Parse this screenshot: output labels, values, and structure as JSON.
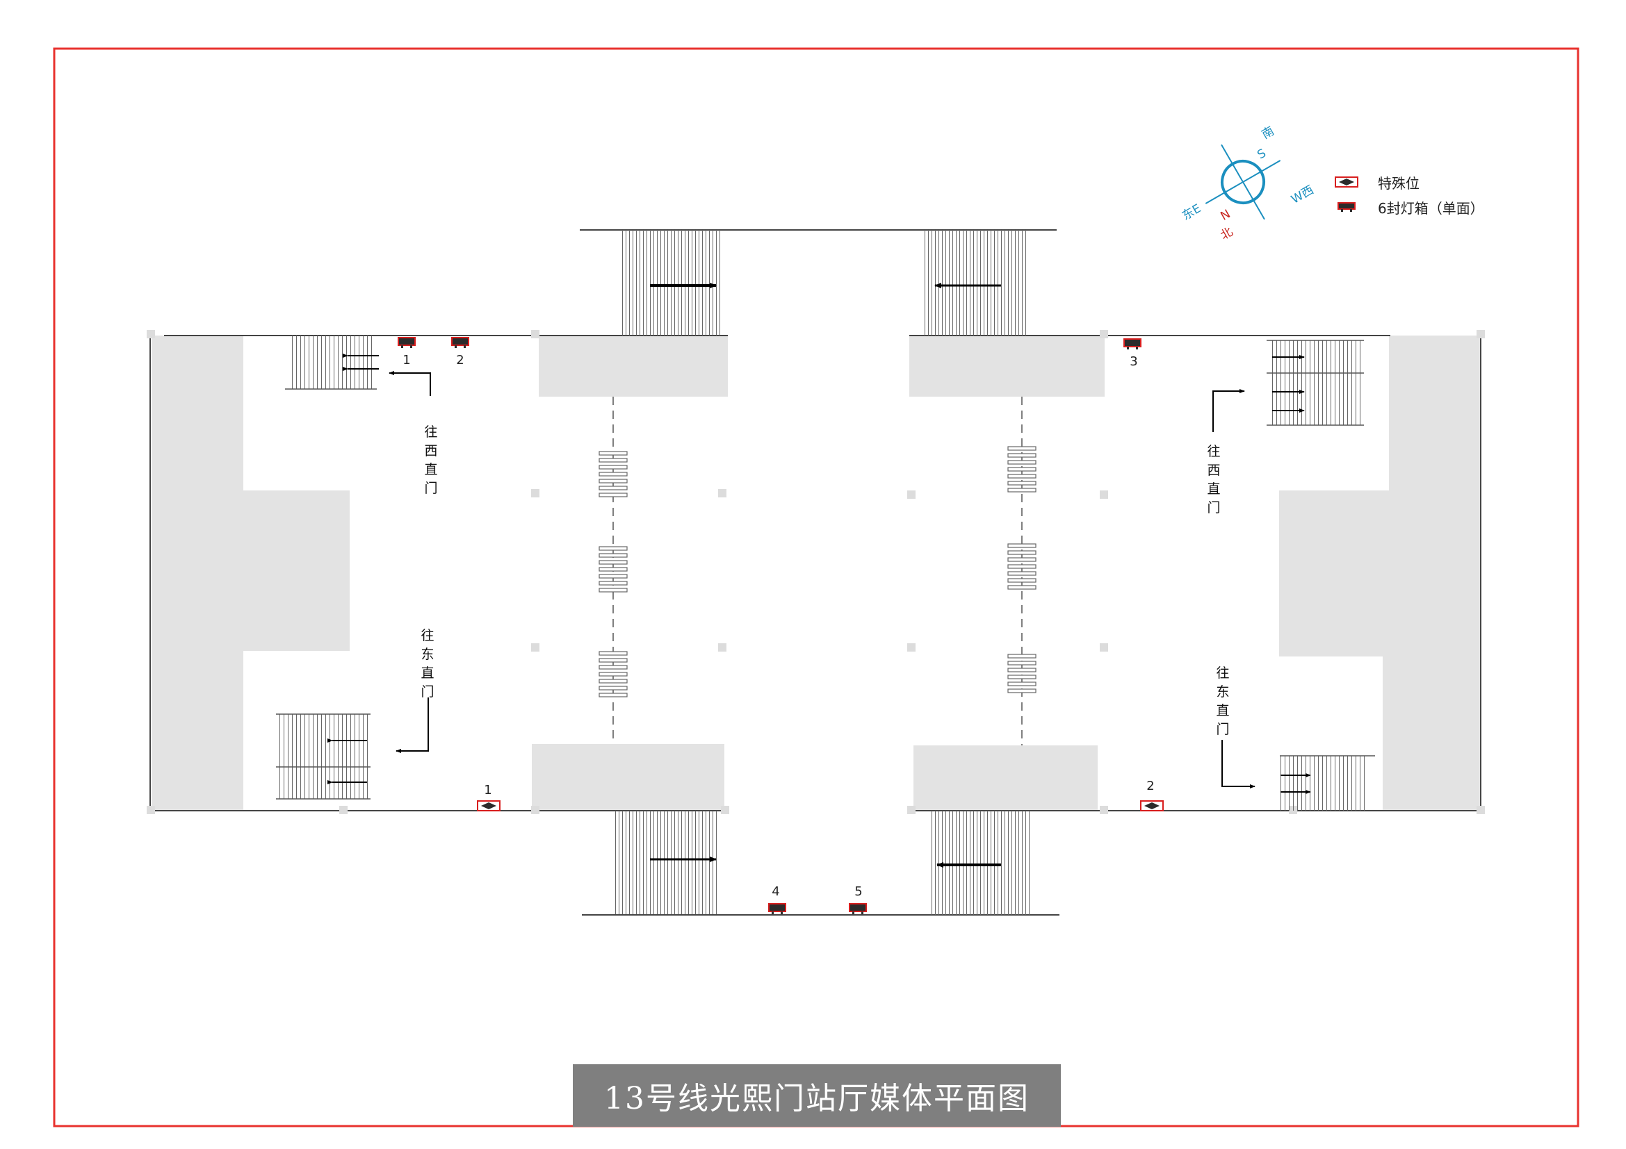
{
  "title": "13号线光熙门站厅媒体平面图",
  "compass": {
    "east": "东E",
    "south": "S",
    "south_cn": "南",
    "north": "N",
    "north_cn": "北",
    "west": "W西"
  },
  "legend": [
    {
      "icon": "special-position-icon",
      "label": "特殊位"
    },
    {
      "icon": "lightbox-icon",
      "label": "6封灯箱（单面）"
    }
  ],
  "directions": {
    "to_xizhimen": [
      "往",
      "西",
      "直",
      "门"
    ],
    "to_dongzhimen": [
      "往",
      "东",
      "直",
      "门"
    ]
  },
  "media_positions": {
    "lightbox_1": "1",
    "lightbox_2": "2",
    "lightbox_3": "3",
    "lightbox_4": "4",
    "lightbox_5": "5",
    "special_1": "1",
    "special_2": "2"
  },
  "colors": {
    "frame": "#e8322e",
    "block": "#e3e3e3",
    "marker_fill": "#2b2b2b",
    "marker_border": "#d81e1e",
    "compass": "#1b8fbf",
    "north": "#c8261f",
    "title_bg": "#7f7f7f"
  }
}
